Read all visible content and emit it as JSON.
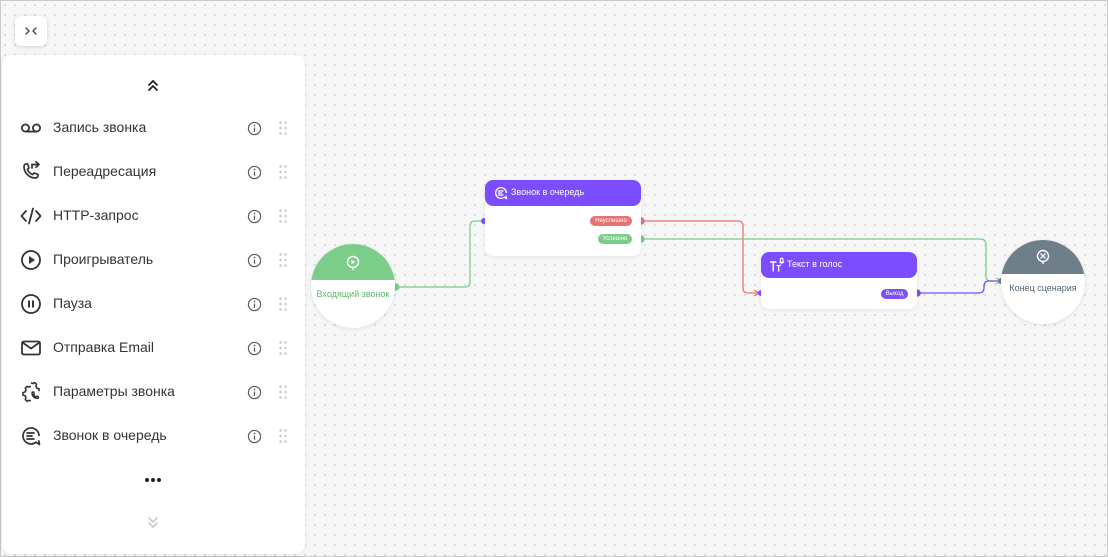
{
  "colors": {
    "accent": "#7c4dff",
    "success": "#7ccc8a",
    "failure": "#e57373",
    "end": "#6e7f8a",
    "icon": "#333333"
  },
  "toolbar": {
    "collapse_icon": "collapse-arrows-icon"
  },
  "sidebar": {
    "scroll_up_icon": "double-chevron-up-icon",
    "more_icon": "more-dots-icon",
    "scroll_down_icon": "double-chevron-down-icon",
    "items": [
      {
        "label": "Запись звонка",
        "icon": "voicemail-icon"
      },
      {
        "label": "Переадресация",
        "icon": "call-forward-icon"
      },
      {
        "label": "HTTP-запрос",
        "icon": "code-icon"
      },
      {
        "label": "Проигрыватель",
        "icon": "play-icon"
      },
      {
        "label": "Пауза",
        "icon": "pause-icon"
      },
      {
        "label": "Отправка Email",
        "icon": "mail-icon"
      },
      {
        "label": "Параметры звонка",
        "icon": "call-settings-icon"
      },
      {
        "label": "Звонок в очередь",
        "icon": "queue-icon"
      }
    ]
  },
  "canvas": {
    "start_node": {
      "label": "Входящий звонок",
      "icon": "incoming-call-icon"
    },
    "queue_block": {
      "title": "Звонок в очередь",
      "icon": "queue-icon",
      "outputs": {
        "fail": "Неуспешно",
        "success": "Успешно"
      }
    },
    "tts_block": {
      "title": "Текст в голос",
      "icon": "text-to-speech-icon",
      "outputs": {
        "exit": "Выход"
      }
    },
    "end_node": {
      "label": "Конец сценария",
      "icon": "end-icon"
    }
  }
}
